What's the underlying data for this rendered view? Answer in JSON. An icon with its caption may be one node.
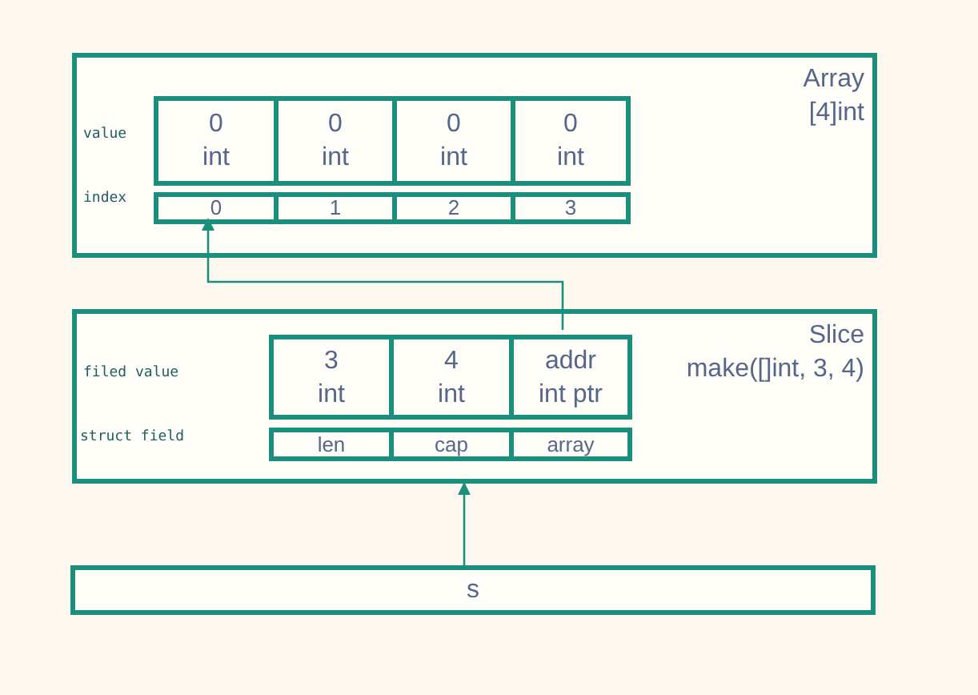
{
  "diagram": {
    "nodes": [
      {
        "text": [
          "Array",
          "[4]int"
        ]
      },
      {
        "text": [
          "0",
          "int"
        ],
        "in": 0
      },
      {
        "text": [
          "0",
          "int"
        ],
        "in": 0
      },
      {
        "text": [
          "0",
          "int"
        ],
        "in": 0
      },
      {
        "text": [
          "0",
          "int"
        ],
        "in": 0
      },
      {
        "text": [
          "0"
        ],
        "in": 0
      },
      {
        "text": [
          "1"
        ],
        "in": 0
      },
      {
        "text": [
          "2"
        ],
        "in": 0
      },
      {
        "text": [
          "3"
        ],
        "in": 0
      },
      {
        "text": [
          "Slice",
          "make([]int, 3, 4)"
        ]
      },
      {
        "text": [
          "3",
          "int"
        ],
        "in": 9
      },
      {
        "text": [
          "4",
          "int"
        ],
        "in": 9
      },
      {
        "text": [
          "addr",
          "int ptr"
        ],
        "in": 9
      },
      {
        "text": [
          "len"
        ],
        "in": 9
      },
      {
        "text": [
          "cap"
        ],
        "in": 9
      },
      {
        "text": [
          "array"
        ],
        "in": 9
      },
      {
        "text": [
          "s"
        ]
      }
    ],
    "edges": [
      {
        "from": 12,
        "to": 5,
        "arrow": "to"
      },
      {
        "from": 16,
        "to": 9,
        "arrow": "to"
      }
    ],
    "labels": [
      "value",
      "index",
      "filed value",
      "struct field"
    ]
  }
}
